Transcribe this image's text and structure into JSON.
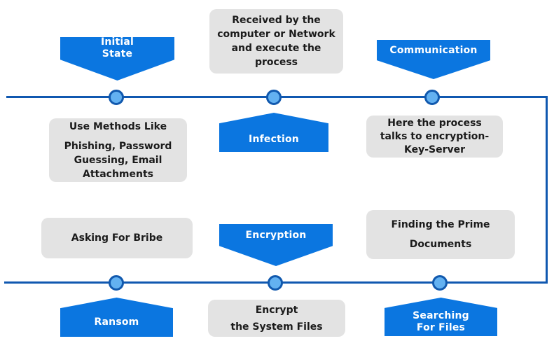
{
  "palette": {
    "banner_blue": "#0b76e0",
    "line_blue": "#1058b0",
    "node_fill": "#63b1f1",
    "node_border": "#1159ae",
    "box_gray": "#e3e3e3",
    "box_text": "#1b1b1b"
  },
  "banners": {
    "initial_state": {
      "label": "Initial\nState"
    },
    "communication": {
      "label": "Communication"
    },
    "infection": {
      "label": "Infection"
    },
    "encryption": {
      "label": "Encryption"
    },
    "ransom": {
      "label": "Ransom"
    },
    "searching_for_files": {
      "label": "Searching\nFor Files"
    }
  },
  "notes": {
    "received": {
      "lines": [
        "Received by the\ncomputer or Network\nand execute the\nprocess"
      ]
    },
    "use_methods": {
      "lines": [
        "Use Methods Like",
        "Phishing, Password\nGuessing, Email\nAttachments"
      ]
    },
    "talks_to_server": {
      "lines": [
        "Here the process\ntalks to encryption-\nKey-Server"
      ]
    },
    "asking_for_bribe": {
      "lines": [
        "Asking For Bribe"
      ]
    },
    "finding_documents": {
      "lines": [
        "Finding the Prime",
        "Documents"
      ]
    },
    "encrypt_files": {
      "lines": [
        "Encrypt",
        "the System Files"
      ]
    }
  }
}
